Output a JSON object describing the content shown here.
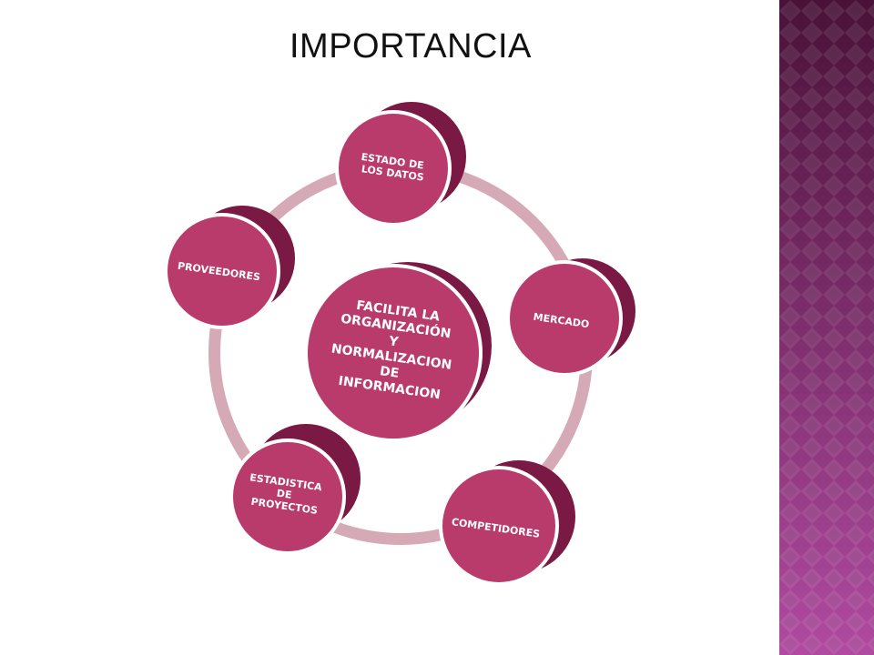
{
  "slide": {
    "title": "IMPORTANCIA"
  },
  "diagram": {
    "center": {
      "lines": [
        "FACILITA LA",
        "ORGANIZACIÓN",
        "Y",
        "NORMALIZACION",
        "DE",
        "INFORMACION"
      ]
    },
    "nodes": [
      {
        "id": "estado",
        "lines": [
          "ESTADO DE",
          "LOS DATOS"
        ]
      },
      {
        "id": "mercado",
        "lines": [
          "MERCADO"
        ]
      },
      {
        "id": "competidores",
        "lines": [
          "COMPETIDORES"
        ]
      },
      {
        "id": "estadistica",
        "lines": [
          "ESTADISTICA",
          "DE",
          "PROYECTOS"
        ]
      },
      {
        "id": "proveedores",
        "lines": [
          "PROVEEDORES"
        ]
      }
    ]
  },
  "colors": {
    "node_fill": "#b93b6b",
    "node_shadow": "#7a1a44",
    "node_rim": "#ffffff",
    "ring": "#d6a9b7",
    "band_dark": "#4a1238",
    "band_light": "#b04aa0"
  }
}
